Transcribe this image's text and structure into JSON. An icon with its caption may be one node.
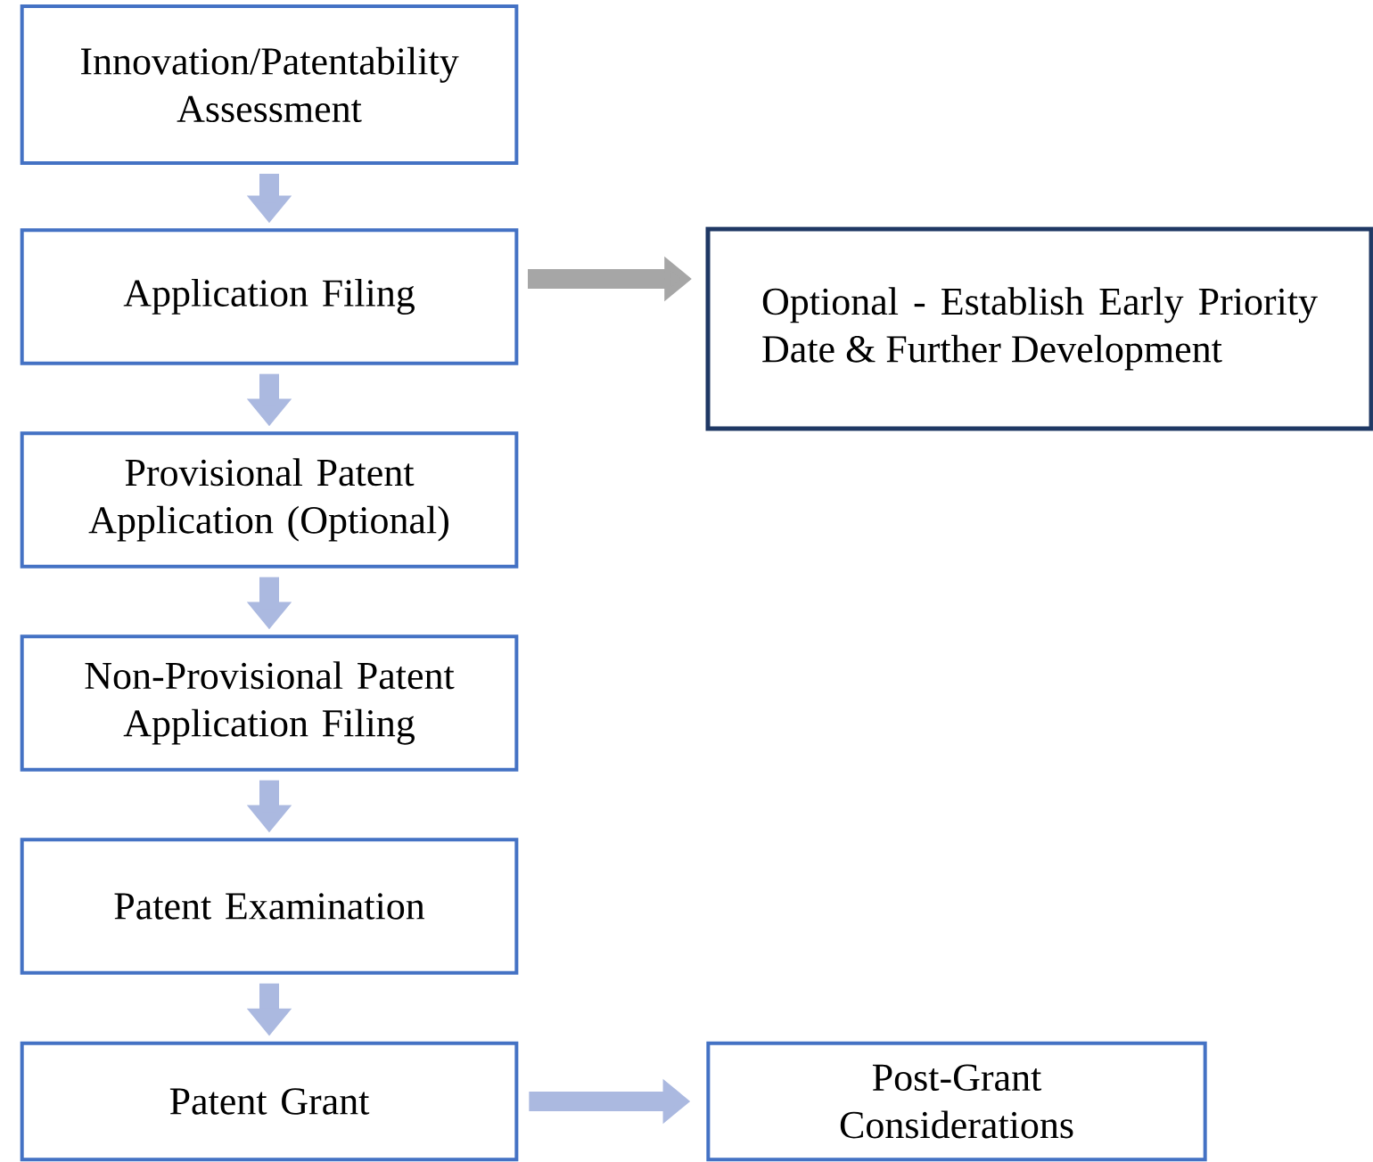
{
  "diagram": {
    "nodes": [
      {
        "text": [
          "Innovation/Patentability Assessment"
        ]
      },
      {
        "text": [
          "Application Filing"
        ]
      },
      {
        "text": [
          "Optional - Establish Early Priority Date & Further Development"
        ]
      },
      {
        "text": [
          "Provisional Patent Application (Optional)"
        ]
      },
      {
        "text": [
          "Non-Provisional Patent Application Filing"
        ]
      },
      {
        "text": [
          "Patent Examination"
        ]
      },
      {
        "text": [
          "Patent Grant"
        ]
      },
      {
        "text": [
          "Post-Grant Considerations"
        ]
      }
    ],
    "edges": [
      {
        "from": 0,
        "to": 1,
        "arrow": "to"
      },
      {
        "from": 1,
        "to": 2,
        "arrow": "to",
        "color": "#a6a6a6"
      },
      {
        "from": 1,
        "to": 3,
        "arrow": "to"
      },
      {
        "from": 3,
        "to": 4,
        "arrow": "to"
      },
      {
        "from": 4,
        "to": 5,
        "arrow": "to"
      },
      {
        "from": 5,
        "to": 6,
        "arrow": "to"
      },
      {
        "from": 6,
        "to": 7,
        "arrow": "to"
      }
    ]
  }
}
